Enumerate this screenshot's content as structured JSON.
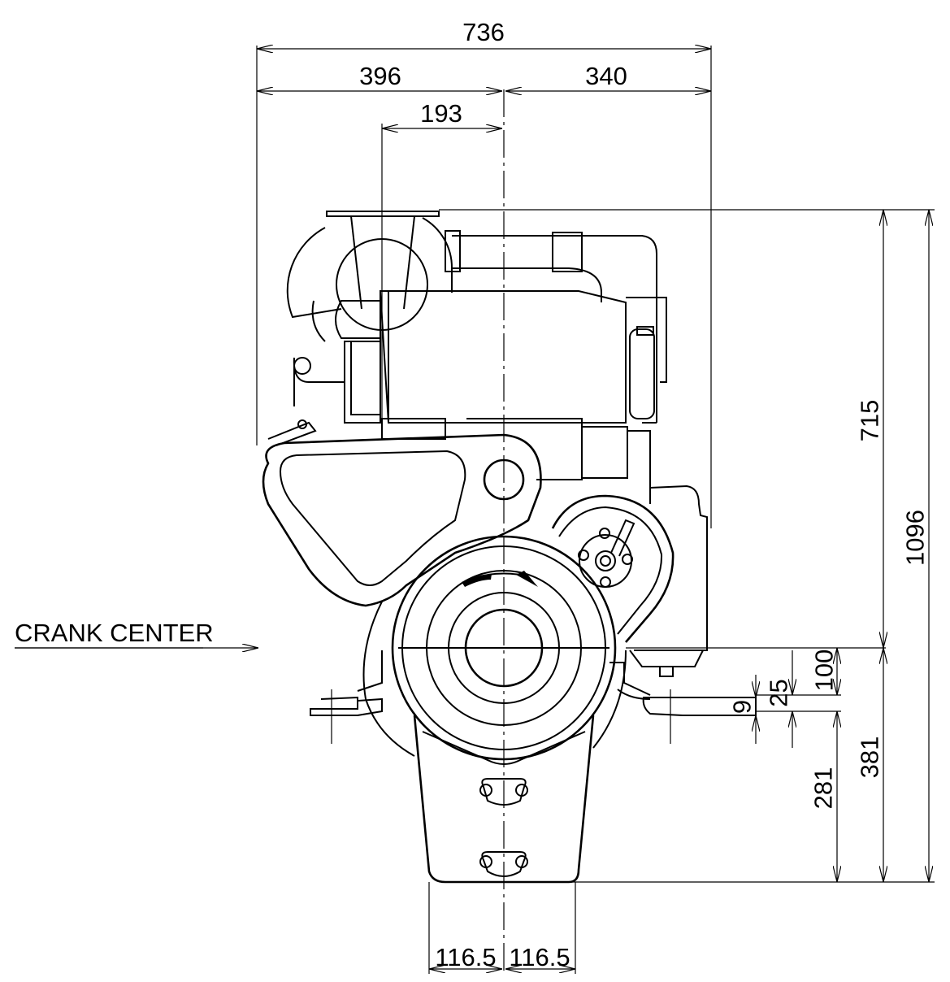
{
  "drawing": {
    "label": "CRANK CENTER",
    "dimensions": {
      "overall_width": "736",
      "left_width": "396",
      "right_width": "340",
      "intake_offset": "193",
      "height_above_crank": "715",
      "total_height": "1096",
      "mount_below_crank": "100",
      "mount_thickness_a": "25",
      "mount_thickness_b": "9",
      "mount_to_base": "281",
      "crank_to_base": "381",
      "base_half_left": "116.5",
      "base_half_right": "116.5"
    }
  }
}
